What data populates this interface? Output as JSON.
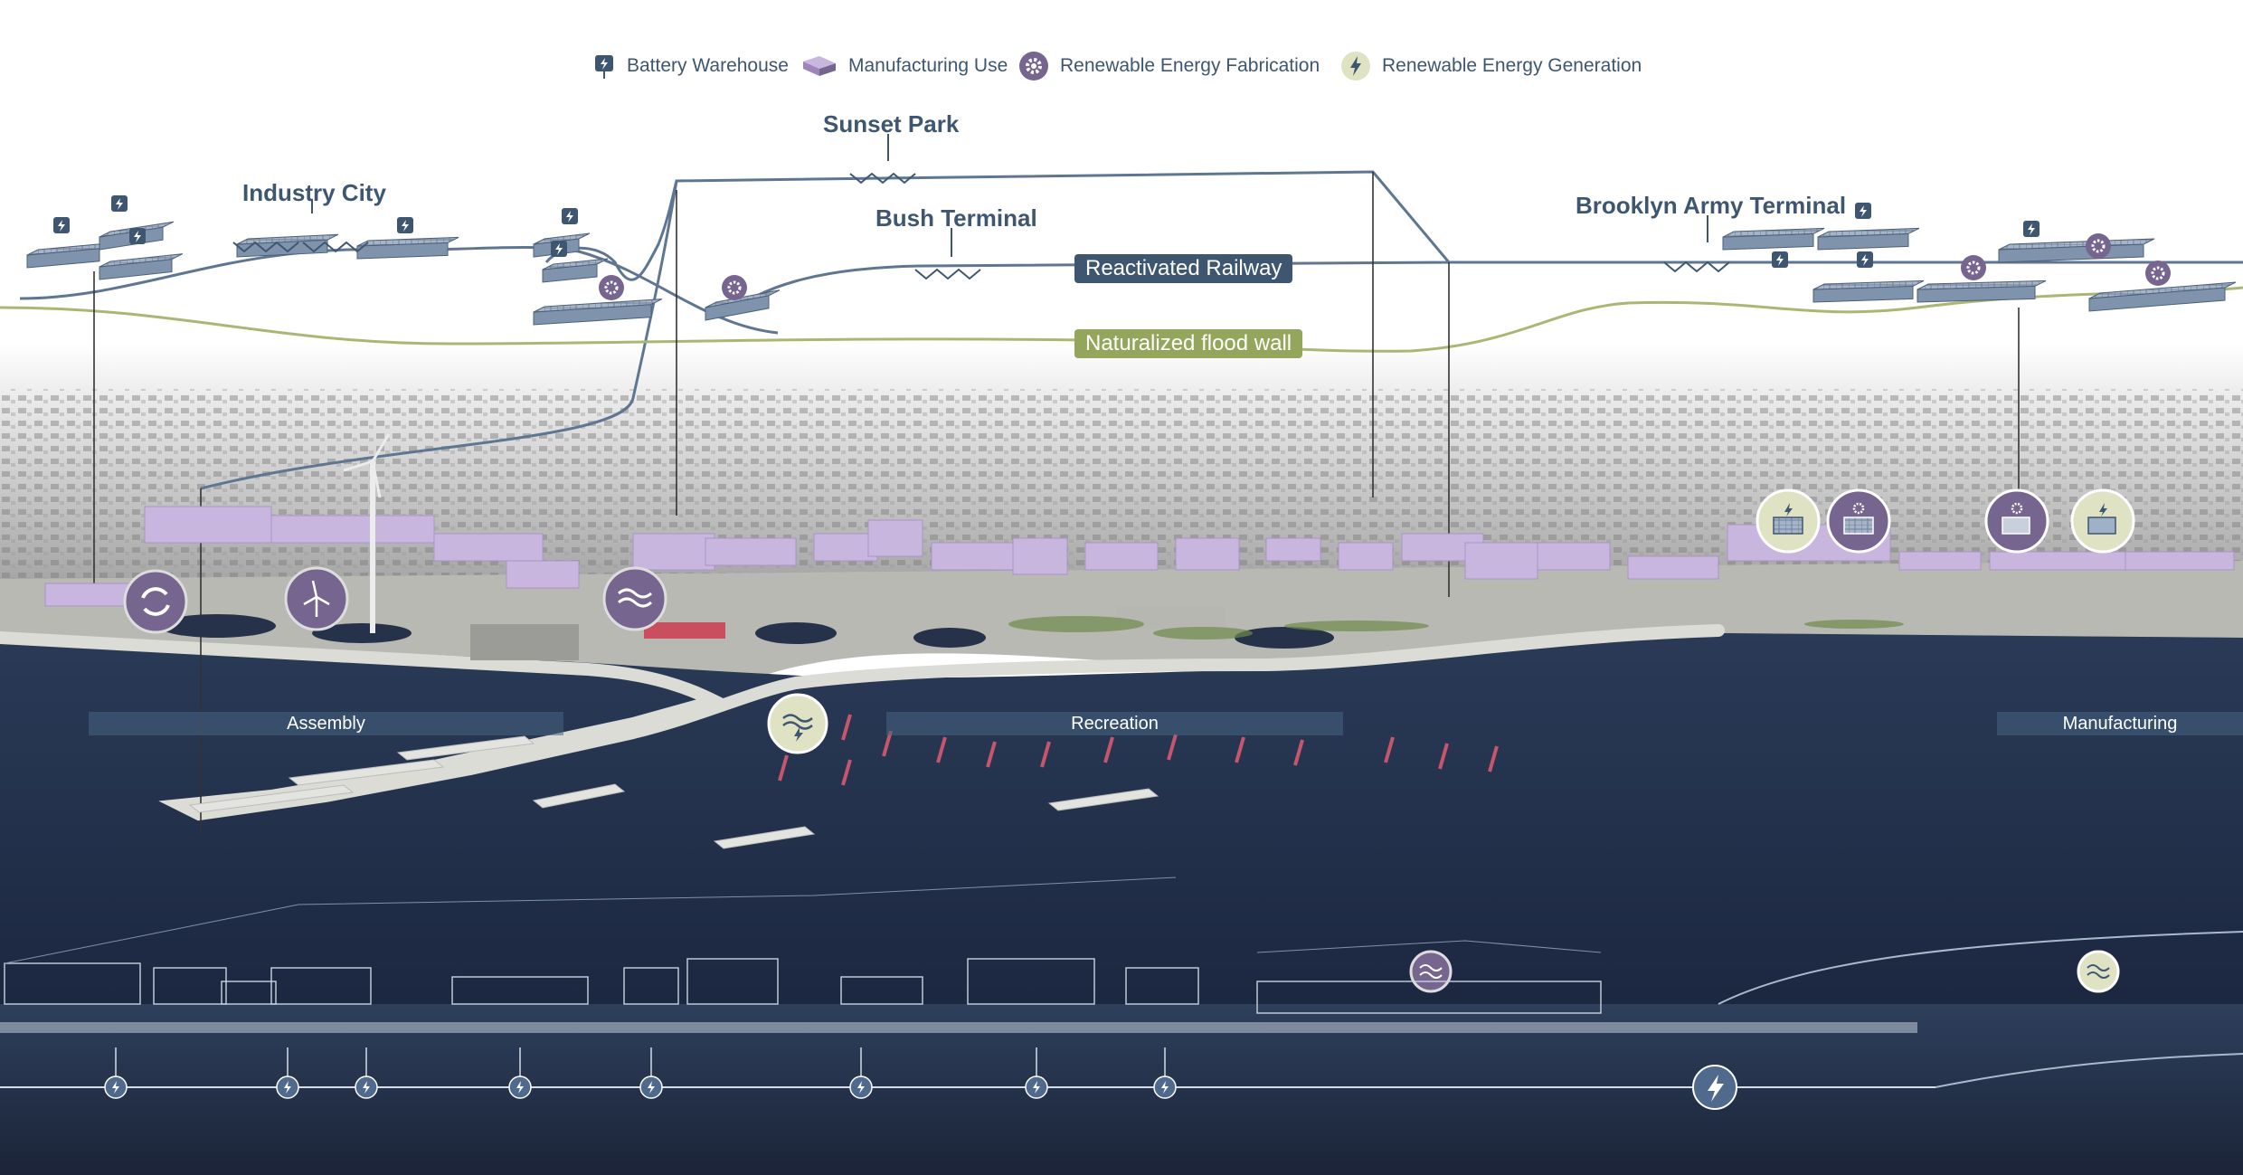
{
  "legend": [
    {
      "label": "Battery Warehouse",
      "icon": "battery-warehouse-icon"
    },
    {
      "label": "Manufacturing Use",
      "icon": "manufacturing-use-icon"
    },
    {
      "label": "Renewable Energy Fabrication",
      "icon": "gear-icon"
    },
    {
      "label": "Renewable Energy Generation",
      "icon": "lightning-icon"
    }
  ],
  "sites": {
    "industry_city": "Industry City",
    "sunset_park": "Sunset Park",
    "bush_terminal": "Bush Terminal",
    "brooklyn_army_terminal": "Brooklyn Army Terminal"
  },
  "lines": {
    "railway": "Reactivated Railway",
    "flood_wall": "Naturalized flood wall"
  },
  "zones": {
    "assembly": "Assembly",
    "recreation": "Recreation",
    "manufacturing": "Manufacturing"
  },
  "colors": {
    "navy": "#3e5670",
    "purple": "#75658f",
    "olive": "#93a65b",
    "pale_green": "#dfe3c4",
    "water": "#1e2c45",
    "building": "#c8b6de"
  }
}
